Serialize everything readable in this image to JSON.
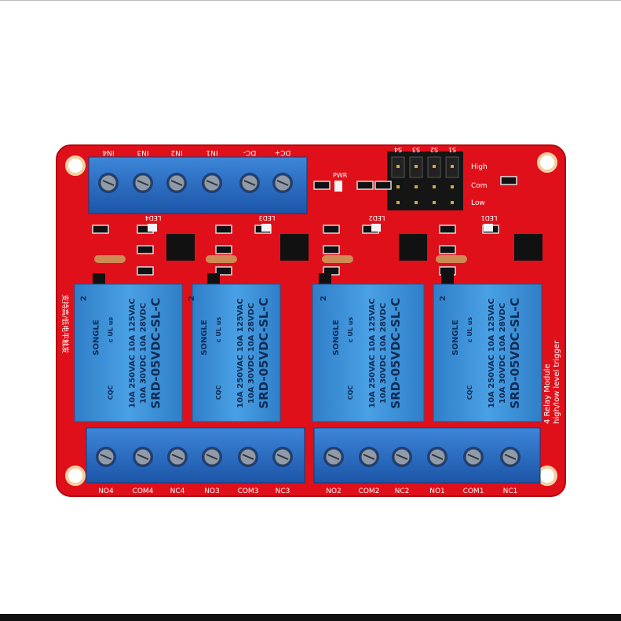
{
  "board": {
    "color": "#e0101a",
    "terminal_color": "#2a6fc4",
    "relay_color": "#3b8fd6",
    "top_terminal_labels": [
      "IN4",
      "IN3",
      "IN2",
      "IN1",
      "DC-",
      "DC+"
    ],
    "pwr_label": "PWR",
    "led_labels": [
      "LED4",
      "LED3",
      "LED2",
      "LED1"
    ],
    "jumper_header_labels": [
      "S4",
      "S3",
      "S2",
      "S1"
    ],
    "jumper_mode_labels": [
      "High",
      "Com",
      "Low"
    ],
    "side_text_cn": "支持高/低电平触发",
    "side_text_en_1": "4 Relay Module",
    "side_text_en_2": "high/low level trigger",
    "relay": {
      "brand": "SONGLE",
      "rating_1": "10A 250VAC  10A 125VAC",
      "rating_2": "10A 30VDC   10A 28VDC",
      "model": "SRD-05VDC-SL-C",
      "cert": "CQC",
      "ul": "c UL us",
      "pin_mark": "2"
    },
    "bottom_terminal_labels": [
      "NO4",
      "COM4",
      "NC4",
      "NO3",
      "COM3",
      "NC3",
      "NO2",
      "COM2",
      "NC2",
      "NO1",
      "COM1",
      "NC1"
    ]
  }
}
